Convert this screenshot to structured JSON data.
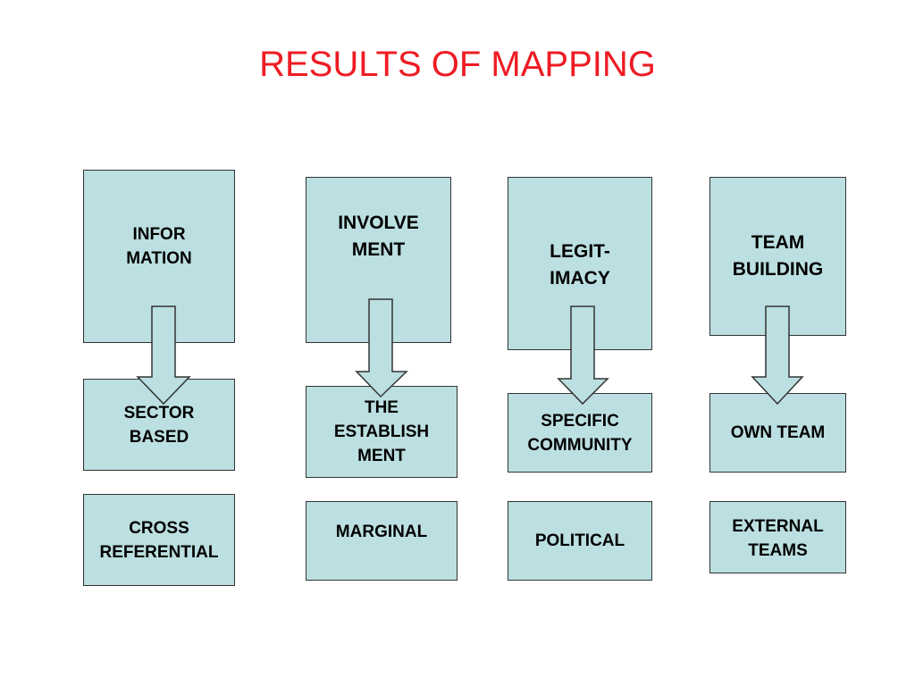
{
  "title": "RESULTS OF MAPPING",
  "colors": {
    "title": "#ee1c24",
    "box_fill": "#bcdfe1",
    "box_border": "#333333",
    "arrow_fill": "#bcdfe1",
    "arrow_stroke": "#333333"
  },
  "columns": [
    {
      "top": "INFOR\nMATION",
      "middle": "SECTOR\nBASED",
      "bottom": "CROSS\nREFERENTIAL"
    },
    {
      "top": "INVOLVE\nMENT",
      "middle": "THE\nESTABLISH\nMENT",
      "bottom": "MARGINAL"
    },
    {
      "top": "LEGIT-\nIMACY",
      "middle": "SPECIFIC\nCOMMUNITY",
      "bottom": "POLITICAL"
    },
    {
      "top": "TEAM\nBUILDING",
      "middle": "OWN TEAM",
      "bottom": "EXTERNAL\nTEAMS"
    }
  ]
}
